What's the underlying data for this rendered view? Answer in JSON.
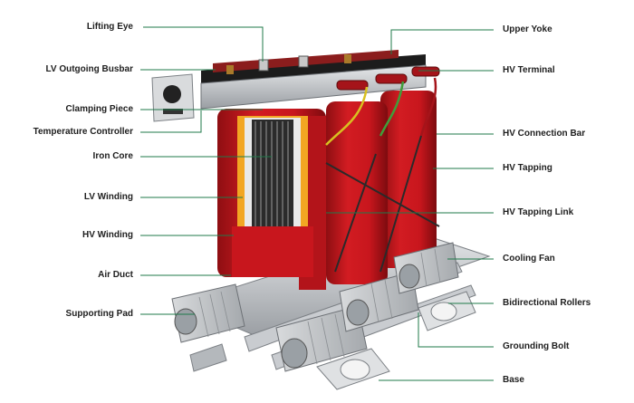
{
  "left_labels": [
    {
      "id": "lifting-eye",
      "text": "Lifting Eye"
    },
    {
      "id": "lv-outgoing-busbar",
      "text": "LV Outgoing Busbar"
    },
    {
      "id": "clamping-piece",
      "text": "Clamping Piece"
    },
    {
      "id": "temperature-controller",
      "text": "Temperature Controller"
    },
    {
      "id": "iron-core",
      "text": "Iron Core"
    },
    {
      "id": "lv-winding",
      "text": "LV Winding"
    },
    {
      "id": "hv-winding",
      "text": "HV Winding"
    },
    {
      "id": "air-duct",
      "text": "Air Duct"
    },
    {
      "id": "supporting-pad",
      "text": "Supporting Pad"
    }
  ],
  "right_labels": [
    {
      "id": "upper-yoke",
      "text": "Upper Yoke"
    },
    {
      "id": "hv-terminal",
      "text": "HV Terminal"
    },
    {
      "id": "hv-connection-bar",
      "text": "HV Connection Bar"
    },
    {
      "id": "hv-tapping",
      "text": "HV Tapping"
    },
    {
      "id": "hv-tapping-link",
      "text": "HV Tapping Link"
    },
    {
      "id": "cooling-fan",
      "text": "Cooling Fan"
    },
    {
      "id": "bidirectional-rollers",
      "text": "Bidirectional Rollers"
    },
    {
      "id": "grounding-bolt",
      "text": "Grounding Bolt"
    },
    {
      "id": "base",
      "text": "Base"
    }
  ],
  "colors": {
    "coil_red": "#c8161d",
    "coil_dark": "#8e0e12",
    "leader_green": "#1f7a4a",
    "steel": "#b9bcc0",
    "core_dark": "#2b2b2b"
  }
}
